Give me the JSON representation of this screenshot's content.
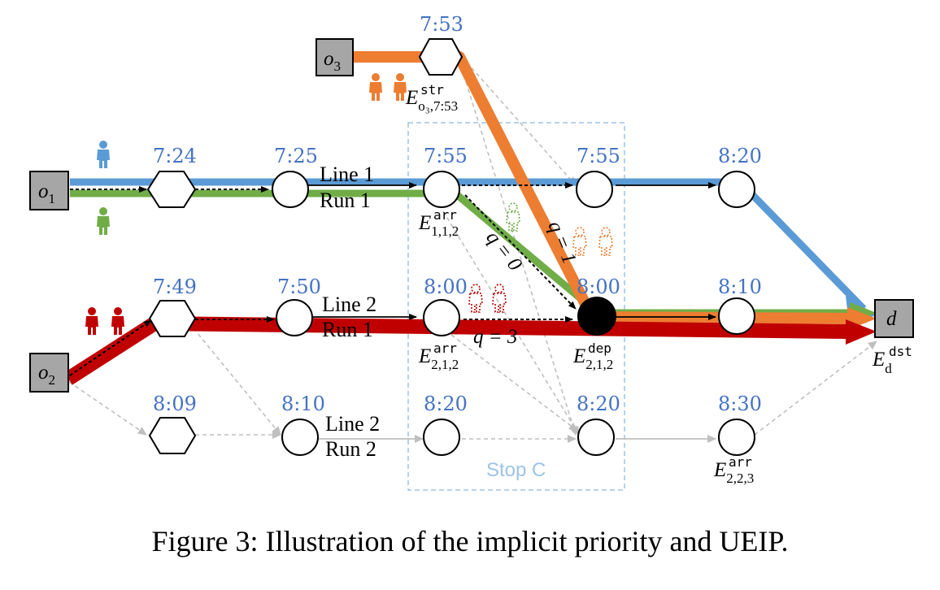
{
  "colors": {
    "blue": "#5b9bd5",
    "green": "#70ad47",
    "orange": "#ed7d31",
    "red": "#c00000",
    "gray": "#bfbfbf",
    "time_text": "#4472c4",
    "stop_box": "#9dc3e6",
    "origin_fill": "#a6a6a6"
  },
  "origins": {
    "o1": {
      "base": "o",
      "sub": "1"
    },
    "o2": {
      "base": "o",
      "sub": "2"
    },
    "o3": {
      "base": "o",
      "sub": "3"
    },
    "d": "d"
  },
  "times": {
    "o3_start": "7:53",
    "l1_hex": "7:24",
    "l1_n1": "7:25",
    "l1_n2": "7:55",
    "l1_n3": "7:55",
    "l1_n4": "8:20",
    "l2_hex": "7:49",
    "l2_n1": "7:50",
    "l2_n2": "8:00",
    "l2_n3": "8:00",
    "l2_n4": "8:10",
    "r2_hex": "8:09",
    "r2_n1": "8:10",
    "r2_n2": "8:20",
    "r2_n3": "8:20",
    "r2_n4": "8:30"
  },
  "labels": {
    "line1": "Line 1",
    "run1a": "Run 1",
    "line2": "Line 2",
    "run1b": "Run 1",
    "line2b": "Line 2",
    "run2": "Run 2",
    "stop_c": "Stop C"
  },
  "q_labels": {
    "q0": "q = 0",
    "q1": "q = 1",
    "q3": "q = 3"
  },
  "events": {
    "o3_str": {
      "base": "E",
      "sup": "str",
      "sub": "o₃,7:53"
    },
    "e112_arr": {
      "base": "E",
      "sup": "arr",
      "sub": "1,1,2"
    },
    "e212_arr": {
      "base": "E",
      "sup": "arr",
      "sub": "2,1,2"
    },
    "e212_dep": {
      "base": "E",
      "sup": "dep",
      "sub": "2,1,2"
    },
    "e223_arr": {
      "base": "E",
      "sup": "arr",
      "sub": "2,2,3"
    },
    "ed_dst": {
      "base": "E",
      "sup": "dst",
      "sub": "d"
    }
  },
  "caption": "Figure 3: Illustration of the implicit priority and UEIP."
}
